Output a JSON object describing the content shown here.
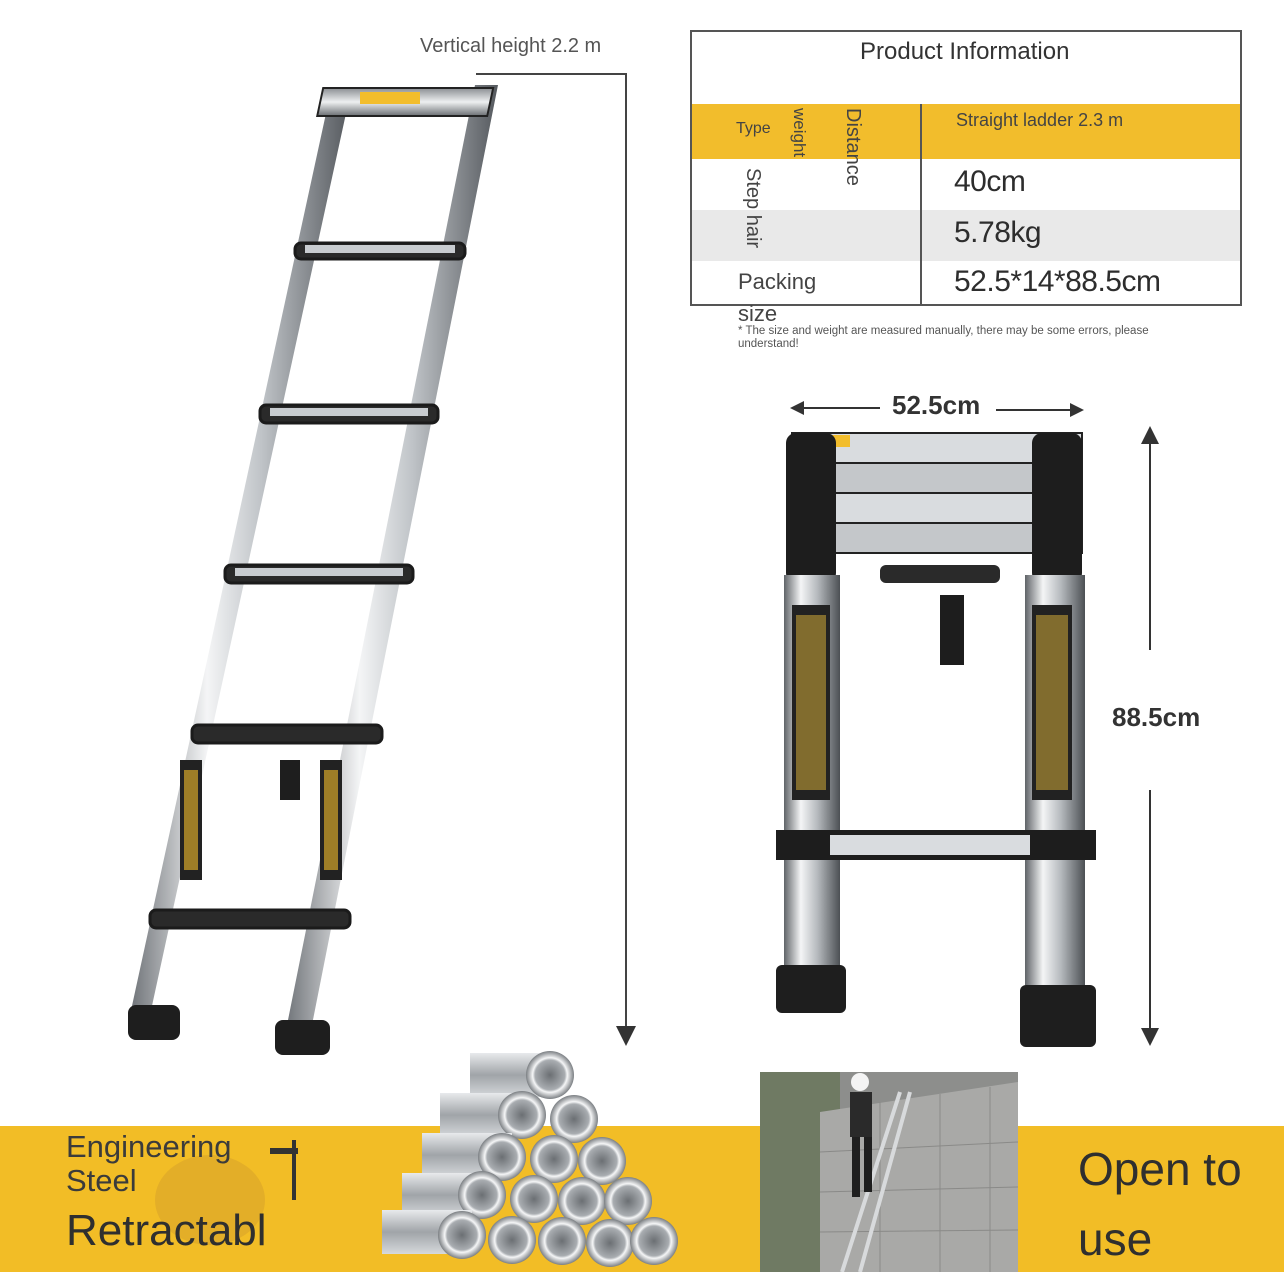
{
  "dimension_vertical": {
    "label": "Vertical height 2.2 m"
  },
  "product_table": {
    "title": "Product Information",
    "type_label": "Type",
    "weight_label": "weight",
    "distance_label": "Distance",
    "step_hair_label": "Step hair",
    "packing_size_label": "Packing size",
    "type_value": "Straight ladder 2.3 m",
    "distance_value": "40cm",
    "weight_value": "5.78kg",
    "packing_size_value": "52.5*14*88.5cm",
    "disclaimer": "* The size and weight are measured manually, there may be some errors, please understand!"
  },
  "folded_dimensions": {
    "width": "52.5cm",
    "height": "88.5cm"
  },
  "banner": {
    "text_left_1": "Engineering Steel",
    "text_left_2": "Retractabl",
    "text_right": "Open to use"
  },
  "colors": {
    "accent_yellow": "#f2bd2c",
    "steel": "#c8ccd0",
    "rubber": "#1e1e1e"
  }
}
